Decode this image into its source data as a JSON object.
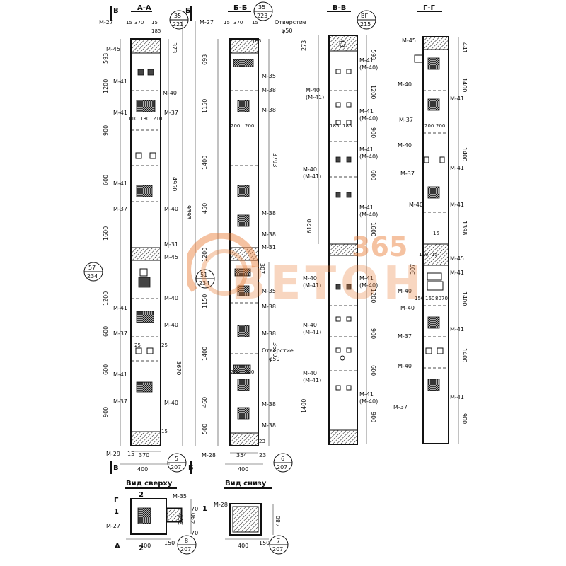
{
  "sections": [
    {
      "id": "a",
      "title": "А-А",
      "cut_left": "В",
      "cut_right": "Б"
    },
    {
      "id": "b",
      "title": "Б-Б"
    },
    {
      "id": "c",
      "title": "В-В"
    },
    {
      "id": "d",
      "title": "Г-Г"
    }
  ],
  "views": {
    "top": "Вид сверху",
    "bottom": "Вид снизу"
  },
  "hole_label": "Отверстие",
  "hole_dia": "φ50",
  "bubbles": {
    "b3": {
      "top": "35",
      "bottom": "223"
    },
    "b4": {
      "top": "35",
      "bottom": "221"
    },
    "b5": {
      "top": "5",
      "bottom": "207"
    },
    "b6": {
      "top": "6",
      "bottom": "207"
    },
    "b8": {
      "top": "8",
      "bottom": "207"
    },
    "b7": {
      "top": "7",
      "bottom": "207"
    },
    "b57": {
      "top": "57",
      "bottom": "234"
    },
    "b51": {
      "top": "51",
      "bottom": "234"
    },
    "bBF": {
      "top": "ВГ",
      "bottom": "215"
    }
  },
  "marks": {
    "m27": "М-27",
    "m28": "М-28",
    "m29": "М-29",
    "m31": "М-31",
    "m35": "М-35",
    "m37": "М-37",
    "m38": "М-38",
    "m40": "М-40",
    "m41": "М-41",
    "m45": "М-45",
    "m40b": "(М-41)",
    "m41b": "(М-40)"
  },
  "dims": {
    "d15": "15",
    "d370": "370",
    "d400": "400",
    "d354": "354",
    "d23": "23",
    "d25": "25",
    "d185": "185",
    "d373": "373",
    "d593": "593",
    "d693": "693",
    "d1200": "1200",
    "d1150": "1150",
    "d900": "900",
    "d600": "600",
    "d1400": "1400",
    "d1600": "1600",
    "d450": "450",
    "d460": "460",
    "d480": "480",
    "d500": "500",
    "d4950": "4950",
    "d3793": "3793",
    "d3670": "3670",
    "d9393": "9393",
    "d6120": "6120",
    "d273": "273",
    "d441": "441",
    "d1398": "1398",
    "d150": "150",
    "d200": "200",
    "d110": "110",
    "d180": "180",
    "d210": "210",
    "d260": "260",
    "d70": "70",
    "d490": "490",
    "d80": "80",
    "d160": "160",
    "d307": "307"
  },
  "cuts": {
    "a": "А",
    "b": "Б",
    "g": "Г",
    "v": "В",
    "one": "1",
    "two": "2"
  },
  "watermark": {
    "num": "365",
    "word": "ВЕТОН"
  },
  "colors": {
    "ink": "#111111",
    "watermark": "#e8782e"
  }
}
